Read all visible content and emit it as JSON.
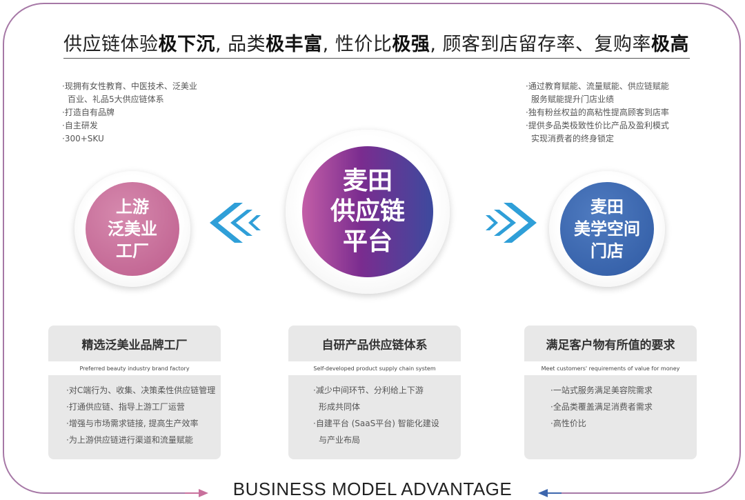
{
  "headline": {
    "p1": "供应链体验",
    "b1": "极下沉",
    "p2": ", 品类",
    "b2": "极丰富",
    "p3": ", 性价比",
    "b3": "极强",
    "p4": ", 顾客到店留存率、复购率",
    "b4": "极高"
  },
  "left_bullets": [
    "·现拥有女性教育、中医技术、泛美业",
    "百业、礼品5大供应链体系",
    "·打造自有品牌",
    "·自主研发",
    "·300+SKU"
  ],
  "right_bullets": [
    "·通过教育赋能、流量赋能、供应链赋能",
    "服务赋能提升门店业绩",
    "·独有粉丝权益的高粘性提高顾客到店率",
    "·提供多品类极致性价比产品及盈利模式",
    "实现消费者的终身锁定"
  ],
  "circles": {
    "left": [
      "上游",
      "泛美业",
      "工厂"
    ],
    "center": [
      "麦田",
      "供应链",
      "平台"
    ],
    "right": [
      "麦田",
      "美学空间",
      "门店"
    ]
  },
  "cards": [
    {
      "title": "精选泛美业品牌工厂",
      "subtitle": "Preferred beauty industry brand factory",
      "items": [
        "·对C端行为、收集、决策柔性供应链管理",
        "·打通供应链、指导上游工厂运营",
        "·增强与市场需求链接, 提高生产效率",
        "·为上游供应链进行渠道和流量赋能"
      ]
    },
    {
      "title": "自研产品供应链体系",
      "subtitle": "Self-developed product supply chain system",
      "items": [
        "·减少中间环节、分利给上下游",
        "形成共同体",
        "·自建平台 (SaaS平台) 智能化建设",
        "与产业布局"
      ]
    },
    {
      "title": "满足客户物有所值的要求",
      "subtitle": "Meet customers' requirements of value for money",
      "items": [
        "·一站式服务满足美容院需求",
        "·全品类覆盖满足消费者需求",
        "·高性价比"
      ]
    }
  ],
  "footer": "BUSINESS MODEL ADVANTAGE",
  "colors": {
    "frame": "#a678a6",
    "left_circle": "#c8709c",
    "center_gradient": [
      "#c35ea7",
      "#7a2c8f",
      "#3d4a9e"
    ],
    "right_circle": "#3d66ad",
    "chevron": "#2f9fd8",
    "card_bg": "#e8e8e8"
  }
}
